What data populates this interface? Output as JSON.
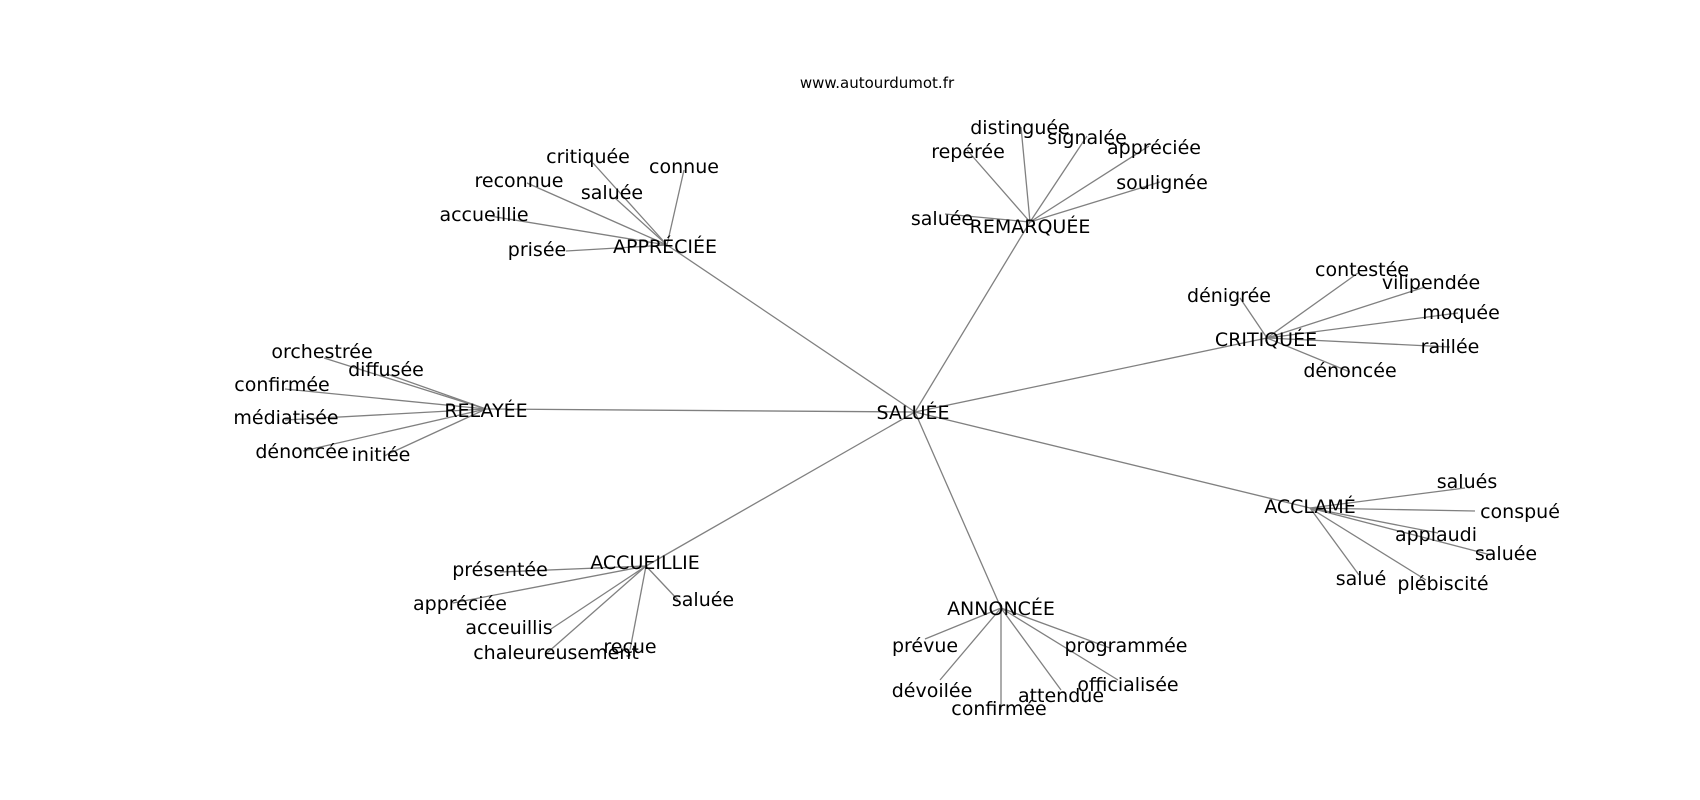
{
  "site": "www.autourdumot.fr",
  "center": "SALUÉE",
  "groups": [
    {
      "id": "appreciee",
      "label": "APPRÉCIÉE",
      "leaves": [
        "critiquée",
        "connue",
        "reconnue",
        "saluée",
        "accueillie",
        "prisée"
      ]
    },
    {
      "id": "remarquee",
      "label": "REMARQUÉE",
      "leaves": [
        "distinguée",
        "repérée",
        "signalée",
        "appréciée",
        "soulignée",
        "saluée"
      ]
    },
    {
      "id": "critiquee",
      "label": "CRITIQUÉE",
      "leaves": [
        "contestée",
        "dénigrée",
        "vilipendée",
        "moquée",
        "raillée",
        "dénoncée"
      ]
    },
    {
      "id": "relayee",
      "label": "RELAYÉE",
      "leaves": [
        "orchestrée",
        "diffusée",
        "confirmée",
        "médiatisée",
        "dénoncée",
        "initiée"
      ]
    },
    {
      "id": "acclame",
      "label": "ACCLAMÉ",
      "leaves": [
        "salués",
        "conspué",
        "applaudi",
        "saluée",
        "salué",
        "plébiscité"
      ]
    },
    {
      "id": "accueillie",
      "label": "ACCUEILLIE",
      "leaves": [
        "présentée",
        "appréciée",
        "saluée",
        "acceuillis",
        "chaleureusement",
        "reçue"
      ]
    },
    {
      "id": "annoncee",
      "label": "ANNONCÉE",
      "leaves": [
        "prévue",
        "programmée",
        "dévoilée",
        "officialisée",
        "attendue",
        "confirmée"
      ]
    }
  ]
}
